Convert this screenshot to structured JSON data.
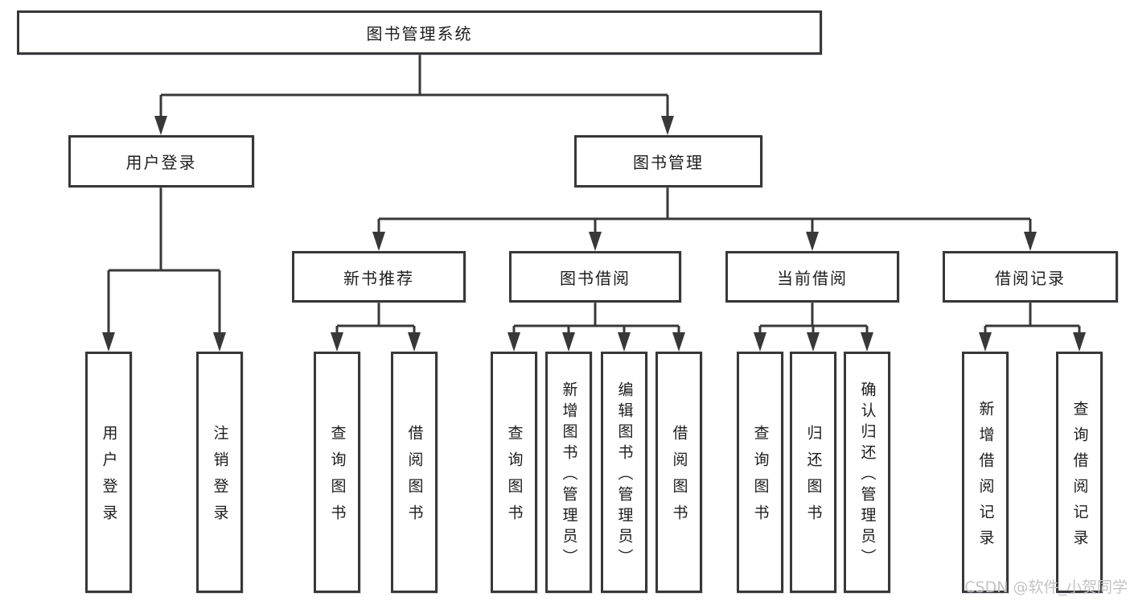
{
  "diagram_title": "图书管理系统",
  "tree": {
    "label": "图书管理系统",
    "children": [
      {
        "label": "用户登录",
        "children": [
          {
            "label": "用户登录"
          },
          {
            "label": "注销登录"
          }
        ]
      },
      {
        "label": "图书管理",
        "children": [
          {
            "label": "新书推荐",
            "children": [
              {
                "label": "查询图书"
              },
              {
                "label": "借阅图书"
              }
            ]
          },
          {
            "label": "图书借阅",
            "children": [
              {
                "label": "查询图书"
              },
              {
                "label": "新增图书（管理员）"
              },
              {
                "label": "编辑图书（管理员）"
              },
              {
                "label": "借阅图书"
              }
            ]
          },
          {
            "label": "当前借阅",
            "children": [
              {
                "label": "查询图书"
              },
              {
                "label": "归还图书"
              },
              {
                "label": "确认归还（管理员）"
              }
            ]
          },
          {
            "label": "借阅记录",
            "children": [
              {
                "label": "新增借阅记录"
              },
              {
                "label": "查询借阅记录"
              }
            ]
          }
        ]
      }
    ]
  },
  "watermark": {
    "text": "CSDN @软件_小贺同学"
  },
  "colors": {
    "line": "#383838",
    "box_border": "#383838",
    "text": "#1d1d1d",
    "watermark": "#c3c3c3",
    "background": "#ffffff"
  }
}
